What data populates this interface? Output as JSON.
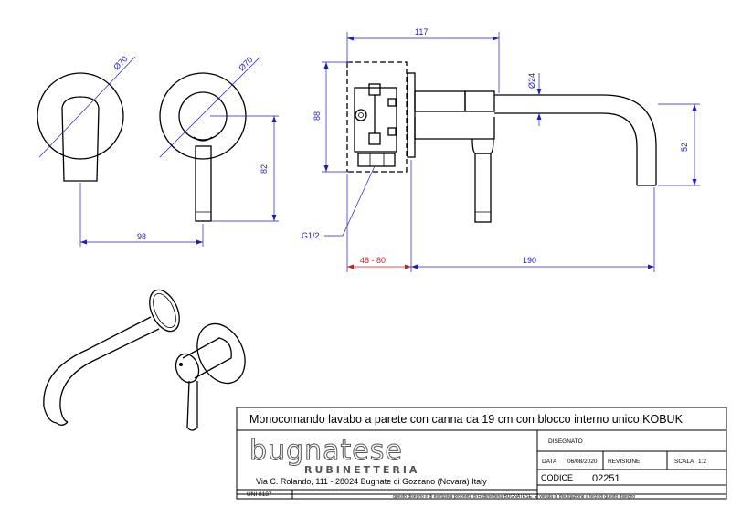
{
  "dimensions": {
    "d1": "Ø70",
    "d2": "Ø70",
    "w98": "98",
    "h82": "82",
    "w117": "117",
    "h88": "88",
    "d24": "Ø24",
    "h52": "52",
    "thread": "G1/2",
    "range": "48 - 80",
    "w190": "190"
  },
  "title_block": {
    "title": "Monocomando lavabo a parete con canna da 19 cm con blocco interno unico KOBUK",
    "brand": "bugnatese",
    "brand_sub": "RUBINETTERIA",
    "address": "Via C. Rolando, 111 - 28024 Bugnate di Gozzano (Novara) Italy",
    "disegnato_label": "DISEGNATO",
    "data_label": "DATA",
    "data_value": "06/08/2020",
    "revisione_label": "REVISIONE",
    "scala_label": "SCALA",
    "scala_value": "1:2",
    "codice_label": "CODICE",
    "codice_value": "02251",
    "uni": "UNI 8187",
    "disclaimer": "questo disegno è di esclusiva proprietà di Rubinetteria BUGNATESE. E' vietata la divulgazione a terzi di questo disegno"
  }
}
